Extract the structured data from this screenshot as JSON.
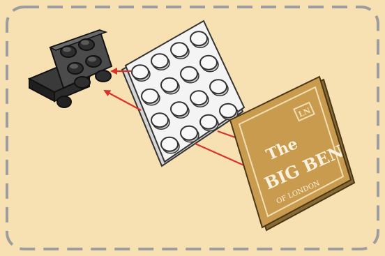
{
  "tile": {
    "badge": "LN",
    "line1": "The",
    "line2": "BIG BEN",
    "line3": "OF LONDON"
  },
  "colors": {
    "background": "#f7e0b1",
    "dashed_border": "#9d9d9d",
    "arrow": "#d8322b",
    "tile_gold": "#c89b4e",
    "plate_white": "#f4f4f4",
    "bracket_dark": "#2f2f2f"
  }
}
